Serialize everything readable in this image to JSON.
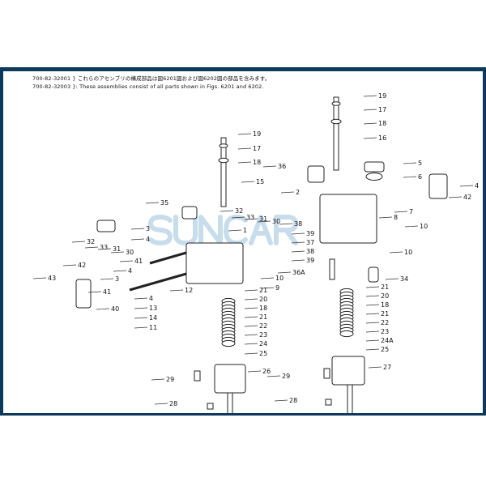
{
  "header": {
    "line1_code": "700-82-32001",
    "line1_text": "}  これらのアセンブリの構成部品は図6201図および図6202図の部品を含みます。",
    "line2_code": "700-82-32003",
    "line2_text": "}: These assemblies consist of all parts shown in Figs. 6201 and 6202."
  },
  "watermark": "SUNCAR",
  "colors": {
    "frame": "#0d3a5c",
    "watermark": "#9cc3dd"
  },
  "right_assembly_labels": [
    "19",
    "17",
    "18",
    "16",
    "5",
    "6",
    "36",
    "2",
    "8",
    "7",
    "10",
    "10",
    "38",
    "39",
    "37",
    "38",
    "39",
    "36A",
    "34",
    "21",
    "20",
    "18",
    "21",
    "22",
    "23",
    "24A",
    "25",
    "27",
    "29",
    "28",
    "42",
    "4"
  ],
  "left_assembly_labels": [
    "19",
    "17",
    "18",
    "15",
    "35",
    "32",
    "33",
    "31",
    "30",
    "1",
    "32",
    "33",
    "31",
    "30",
    "3",
    "4",
    "41",
    "4",
    "3",
    "41",
    "40",
    "12",
    "4",
    "13",
    "14",
    "11",
    "9",
    "10",
    "21",
    "20",
    "18",
    "21",
    "22",
    "23",
    "24",
    "25",
    "26",
    "29",
    "28",
    "42",
    "43"
  ]
}
